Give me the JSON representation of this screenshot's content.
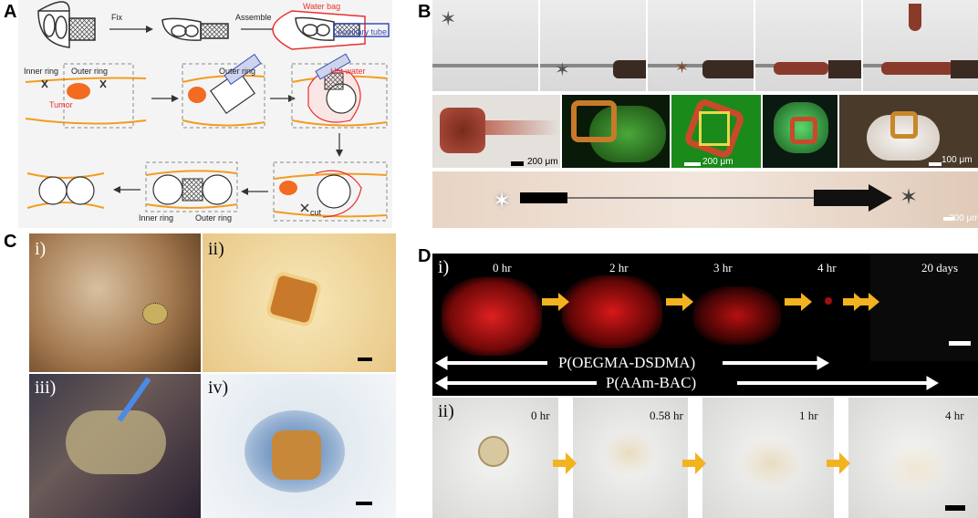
{
  "panels": {
    "a": {
      "letter": "A",
      "fix": "Fix",
      "assemble": "Assemble",
      "water_bag": "Water bag",
      "auxiliary_tube": "Auxiliary tube",
      "inner_ring": "Inner ring",
      "outer_ring": "Outer ring",
      "tumor": "Tumor",
      "outer_ring_2": "Outer ring",
      "hot_water": "Hot water",
      "cut": "cut",
      "bottom_inner": "Inner ring",
      "bottom_outer": "Outer ring"
    },
    "b": {
      "letter": "B",
      "scale1": "200 μm",
      "scale2": "200 μm",
      "scale3": "100 μm",
      "scale4": "200 μm"
    },
    "c": {
      "letter": "C",
      "sub_i": "i)",
      "sub_ii": "ii)",
      "sub_iii": "iii)",
      "sub_iv": "iv)"
    },
    "d": {
      "letter": "D",
      "sub_i": "i)",
      "sub_ii": "ii)",
      "times_i": [
        "0 hr",
        "2 hr",
        "3 hr",
        "4 hr",
        "20 days"
      ],
      "polymer1": "P(OEGMA-DSDMA)",
      "polymer2": "P(AAm-BAC)",
      "times_ii": [
        "0 hr",
        "0.58 hr",
        "1 hr",
        "4 hr"
      ]
    }
  },
  "colors": {
    "orange_line": "#f39c1f",
    "tumor": "#f26b21",
    "water_bag": "#e8312f",
    "aux_tube": "#3b4fb5",
    "arrow_yellow": "#f3b21f"
  }
}
